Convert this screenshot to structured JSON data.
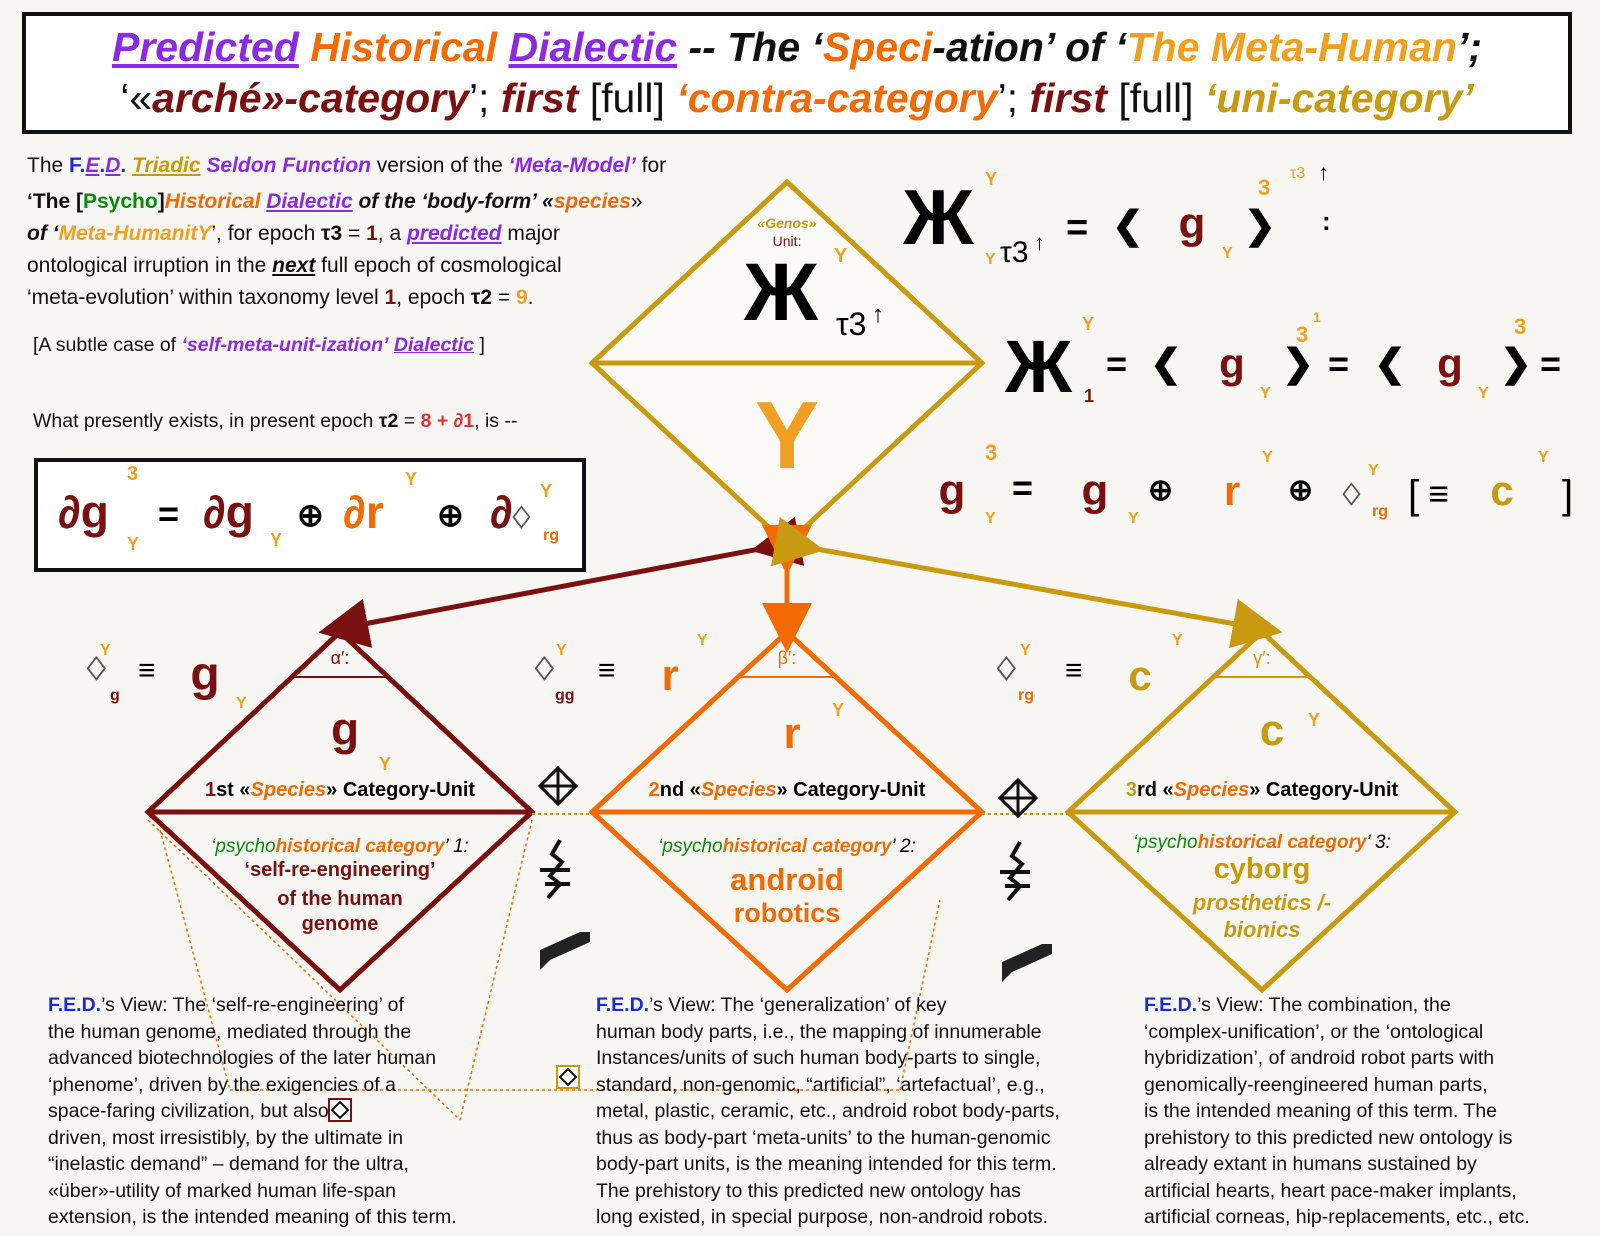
{
  "title": {
    "line1": {
      "predicted": "Predicted",
      "historical": "Historical",
      "dialectic": "Dialectic",
      "sep": " -- The ‘",
      "speci": "Speci",
      "ation": "-ation",
      "of": "’ of ‘",
      "metahuman": "The Meta-Human",
      "end": "’;"
    },
    "line2": {
      "q1": "‘«",
      "arche": "arché",
      "cat": "»-category",
      "q2": "’; ",
      "first1": "first",
      "full1": " [full] ",
      "contra": "‘contra-category",
      "q3": "’; ",
      "first2": "first",
      "full2": " [full] ",
      "uni": "‘uni-category’"
    }
  },
  "intro": {
    "l1a": "The ",
    "fed_f": "F",
    ".": ".",
    "fed_e": "E",
    "fed_d": "D",
    "triadic": "Triadic",
    "seldon": " Seldon Function",
    "l1b": " version of the ",
    "metamodel": "‘Meta-Model’",
    "l1c": " for",
    "l2a": "‘The [",
    "psycho": "Psycho",
    "l2b": "]",
    "historical": "Historical",
    "dialectic": "Dialectic",
    "l2c": " of the ‘body-form’ «",
    "species": "species",
    "l2d": "»",
    "l3a": "of ‘",
    "metahumanity": "Meta-HumanitY",
    "l3b": "’, for epoch ",
    "tau3": "τ3",
    "eq1": " = ",
    "one": "1",
    "l3c": ", a ",
    "predicted": "predicted",
    "l3d": " major",
    "l4a": "ontological irruption in the ",
    "next": "next",
    "l4b": " full epoch of cosmological",
    "l5a": "‘meta-evolution’ within taxonomy level ",
    "lvl": "1",
    "l5b": ", epoch ",
    "tau2": "τ2",
    "eq2": " = ",
    "nine": "9",
    "l6a": "[A subtle case of ",
    "selfmeta": "‘self-meta-unit-ization’",
    "l6b": " ",
    "dialectic2": "Dialectic",
    "l6c": " ]",
    "l7a": "What presently exists, in present epoch ",
    "tau2b": "τ2",
    "eq3": " = ",
    "eight": "8 + ∂1",
    "l7c": ", is --"
  },
  "center": {
    "genos": "«Genos»",
    "unit": "Unit:",
    "zhe": "Ж",
    "tau3": "τ3",
    "arrow": "↑",
    "Y": "Y",
    "sub_y": "Y"
  },
  "species": [
    {
      "greek": "α′:",
      "sym": "g",
      "ordinal": "1",
      "ord_suffix": "st «",
      "species": "Species",
      "cat": "» Category-Unit",
      "psycho": "‘psycho",
      "historical": "historical category",
      "num": "’ 1:",
      "desc": [
        "‘self-re-engineering’",
        "of the human",
        "genome"
      ]
    },
    {
      "greek": "β′:",
      "sym": "r",
      "ordinal": "2",
      "ord_suffix": "nd «",
      "species": "Species",
      "cat": "» Category-Unit",
      "psycho": "‘psycho",
      "historical": "historical category",
      "num": "’ 2:",
      "desc": [
        "android",
        "robotics"
      ]
    },
    {
      "greek": "γ′:",
      "sym": "c",
      "ordinal": "3",
      "ord_suffix": "rd «",
      "species": "Species",
      "cat": "» Category-Unit",
      "psycho": "‘psycho",
      "historical": "historical category",
      "num": "’ 3:",
      "desc": [
        "cyborg",
        "prosthetics /-",
        "bionics"
      ]
    }
  ],
  "equations": {
    "eq_g_sub": "g",
    "eq_gg_sub": "gg",
    "eq_rg_sub": "rg",
    "equiv": "≡",
    "sup_Y": "Y",
    "sup3": "3",
    "sup1": "1",
    "sub1": "1",
    "eq": "=",
    "plus": "⊕",
    "bracket_open": "[",
    "bracket_close": "]",
    "colon": ":"
  },
  "views": [
    {
      "fed": "F.E.D.",
      "lead": "’s View:  The ‘self-re-engineering’ of",
      "lines": [
        "the human genome, mediated through the",
        "advanced biotechnologies of the later human",
        "‘phenome’, driven by the exigencies of a",
        "space-faring civilization,          but also",
        "driven, most irresistibly, by the ultimate in",
        "“inelastic demand” – demand for the ultra,",
        "«über»-utility of marked human life-span",
        "extension, is the intended meaning of this term."
      ]
    },
    {
      "fed": "F.E.D.",
      "lead": "’s View:  The ‘generalization’ of key",
      "lines": [
        "human body parts, i.e., the mapping of innumerable",
        "Instances/units of such human body-parts to single,",
        "standard, non-genomic, “artificial”, ‘artefactual’, e.g.,",
        "metal, plastic, ceramic, etc., android robot body-parts,",
        "thus as body-part ‘meta-units’ to the human-genomic",
        "body-part units, is the meaning intended for this term.",
        "The prehistory to this predicted new ontology has",
        "long existed, in special purpose, non-android robots."
      ]
    },
    {
      "fed": "F.E.D.",
      "lead": "’s View:  The combination, the",
      "lines": [
        "‘complex-unification’, or the ‘ontological",
        "hybridization’, of android robot parts with",
        "genomically-reengineered human parts,",
        "is the intended meaning of this term.  The",
        "prehistory to this predicted new ontology is",
        "already extant in humans sustained by",
        "artificial hearts, heart pace-maker implants,",
        "artificial corneas, hip-replacements, etc., etc."
      ]
    }
  ],
  "colors": {
    "purple": "#8a2be2",
    "orange": "#f26a00",
    "gold": "#c99a10",
    "darkred": "#7a1010",
    "blue": "#1a2ad8",
    "green": "#0a8a0a"
  }
}
